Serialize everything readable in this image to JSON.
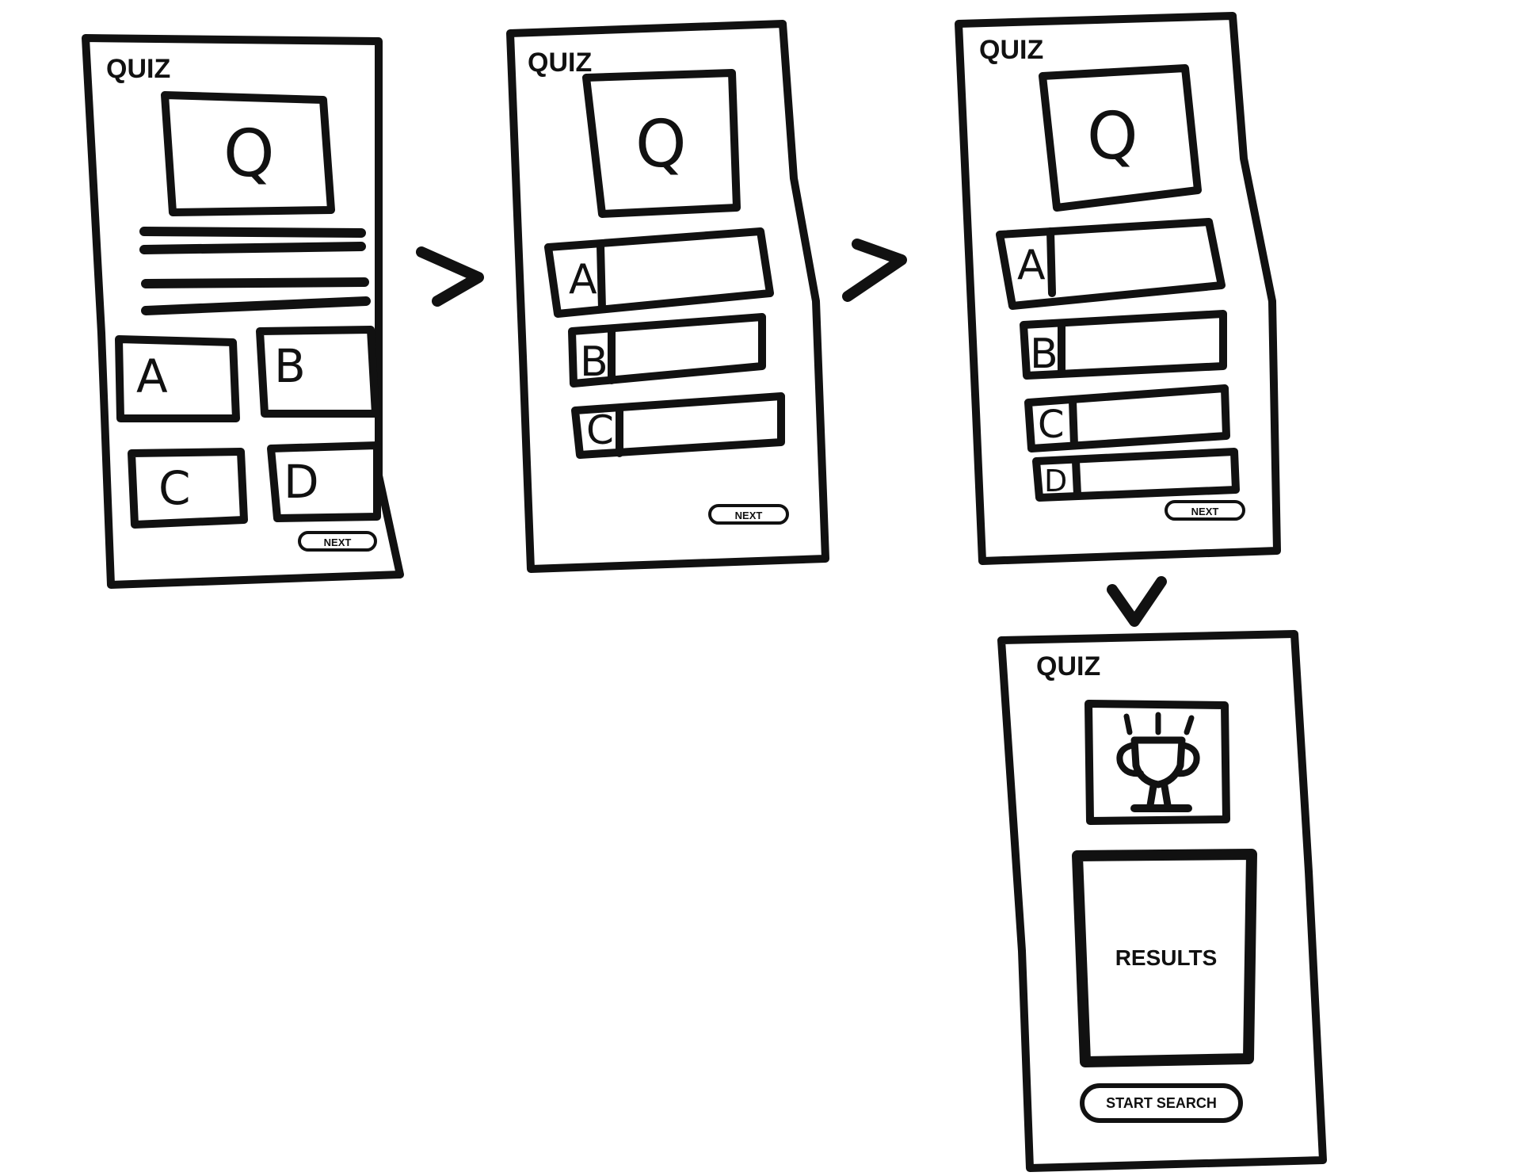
{
  "screen_1": {
    "title": "QUIZ",
    "question_glyph": "Q",
    "icon": "question-image-icon",
    "options": [
      "A",
      "B",
      "C",
      "D"
    ],
    "next_label": "NEXT"
  },
  "screen_2": {
    "title": "QUIZ",
    "question_glyph": "Q",
    "icon": "question-image-icon",
    "options": [
      "A",
      "B",
      "C"
    ],
    "next_label": "NEXT"
  },
  "screen_3": {
    "title": "QUIZ",
    "question_glyph": "Q",
    "icon": "question-image-icon",
    "options": [
      "A",
      "B",
      "C",
      "D"
    ],
    "next_label": "NEXT"
  },
  "screen_4": {
    "title": "QUIZ",
    "icon": "trophy-icon",
    "results_label": "RESULTS",
    "start_label": "START SEARCH"
  },
  "flow_arrows": [
    "chevron-right-icon",
    "chevron-right-icon",
    "chevron-down-icon"
  ],
  "colors": {
    "ink": "#111111",
    "paper": "#ffffff"
  }
}
